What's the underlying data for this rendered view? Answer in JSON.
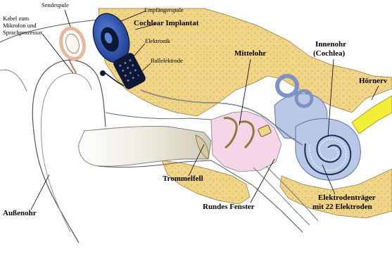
{
  "labels": {
    "sendespule": "Sendespule",
    "kabel": [
      "Kabel zum",
      "Mikrofon und",
      "Sprachprozessor"
    ],
    "empfaengerspule": "Empfängerspule",
    "cochlear_implantat": "Cochlear Implantat",
    "elektronik": "Elektronik",
    "ballelektrode": "Ballelektrode",
    "mittelohr": "Mittelohr",
    "innenohr": [
      "Innenohr",
      "(Cochlea)"
    ],
    "hoernerv": "Hörnerv",
    "trommelfell": "Trommelfell",
    "rundes_fenster": "Rundes Fenster",
    "elektrodentraeger": [
      "Elektrodenträger",
      "mit 22 Elektroden"
    ],
    "aussenohr": "Außenohr"
  },
  "colors": {
    "bone": "#f0d488",
    "bone_dots": "#c9a64c",
    "skin_line": "#555555",
    "implant_blue": "#2b56b4",
    "implant_dark": "#0d1838",
    "cochlea": "#b9c8e6",
    "cochlea_dark": "#7d93c4",
    "nerve": "#f3ee36",
    "middle_ear": "#f4d6e8",
    "canal_shade": "#d9d6c8",
    "coil_ring": "#e8b89a"
  }
}
